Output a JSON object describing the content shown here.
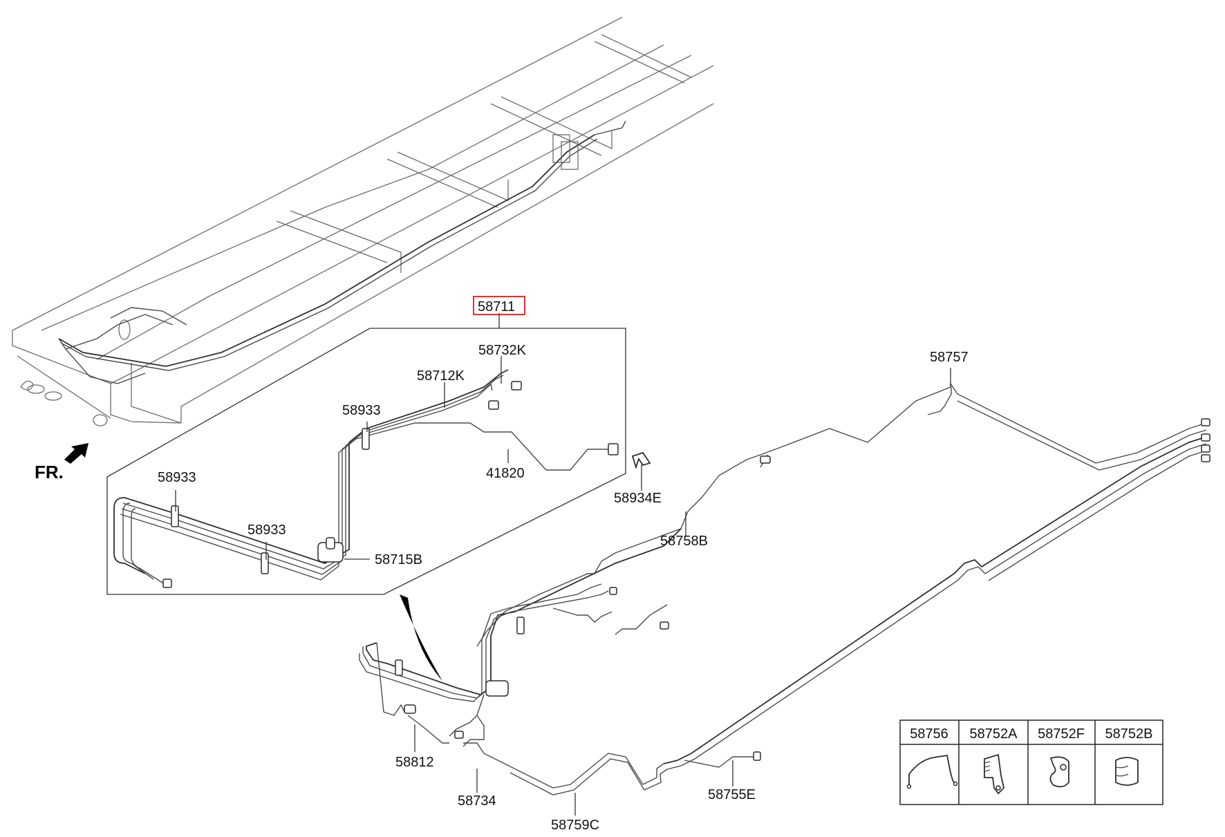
{
  "diagram": {
    "direction_label": "FR.",
    "highlighted_part": "58711",
    "highlight_color": "#d62020",
    "callouts": {
      "p58711": "58711",
      "p58732K": "58732K",
      "p58712K": "58712K",
      "p58933_top": "58933",
      "p41820": "41820",
      "p58933_left": "58933",
      "p58933_mid": "58933",
      "p58715B": "58715B",
      "p58934E": "58934E",
      "p58757": "58757",
      "p58758B": "58758B",
      "p58812": "58812",
      "p58734": "58734",
      "p58759C": "58759C",
      "p58755E": "58755E"
    },
    "parts_table": [
      {
        "part_no": "58756",
        "icon": "bent-pipe-icon"
      },
      {
        "part_no": "58752A",
        "icon": "pipe-bracket-icon"
      },
      {
        "part_no": "58752F",
        "icon": "pipe-clip-icon"
      },
      {
        "part_no": "58752B",
        "icon": "double-clip-icon"
      }
    ]
  }
}
